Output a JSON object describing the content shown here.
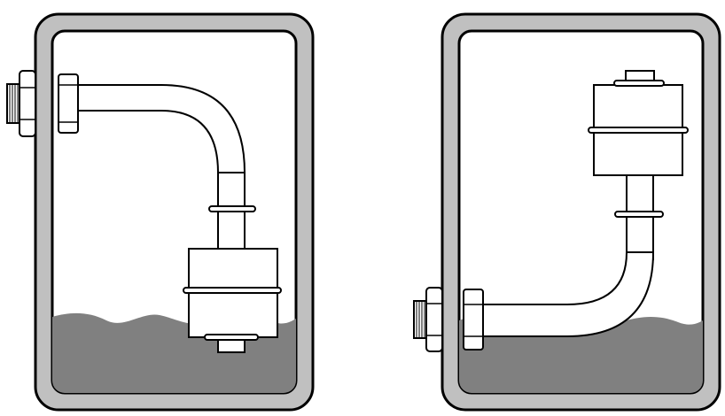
{
  "diagram": {
    "panels": [
      {
        "id": "left",
        "float_position": "down",
        "liquid": "low",
        "mounting": "side"
      },
      {
        "id": "right",
        "float_position": "up",
        "liquid": "low",
        "mounting": "side"
      }
    ],
    "colors": {
      "tank_wall": "#c0c0c0",
      "liquid": "#808080",
      "float": "#ffffff",
      "outline": "#000000",
      "background": "#ffffff"
    }
  }
}
